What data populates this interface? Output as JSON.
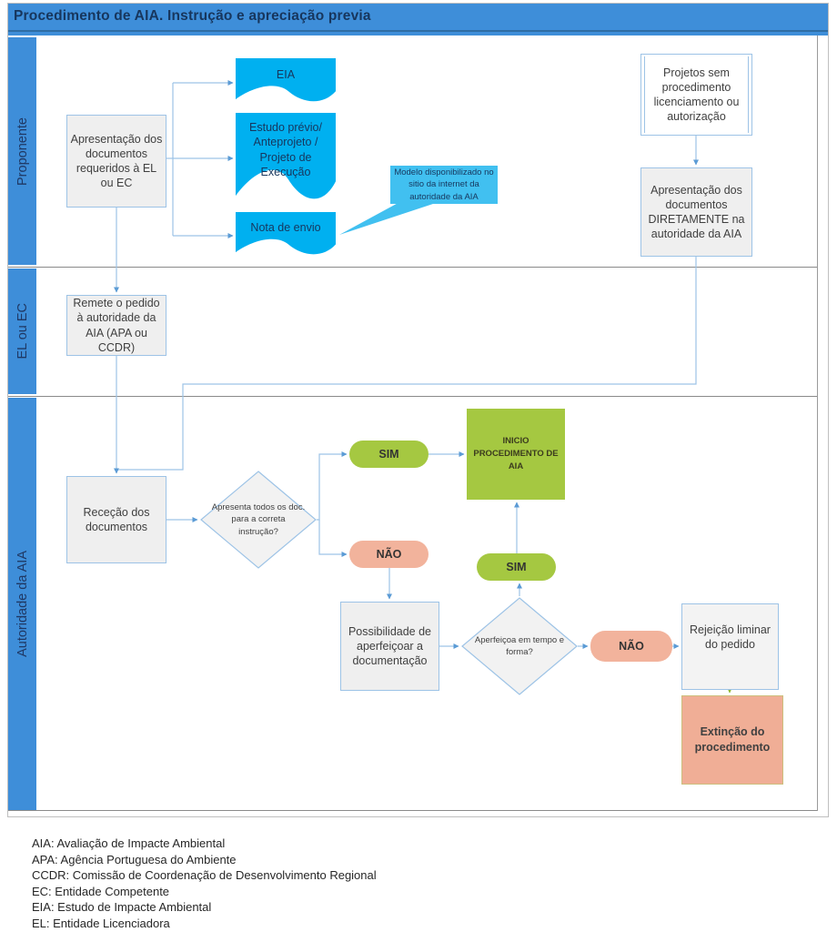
{
  "title": "Procedimento de AIA. Instrução e apreciação previa",
  "lanes": [
    {
      "label": "Proponente"
    },
    {
      "label": "EL ou EC"
    },
    {
      "label": "Autoridade da AIA"
    }
  ],
  "nodes": {
    "apresentacao_el_ec": "Apresentação dos documentos requeridos à EL ou EC",
    "doc_eia": "EIA",
    "doc_estudo": "Estudo prévio/ Anteprojeto / Projeto de Execução",
    "doc_nota": "Nota de envio",
    "callout_modelo": "Modelo disponibilizado no sitio da internet da autoridade da AIA",
    "projetos_sem": "Projetos sem procedimento licenciamento ou autorização",
    "apresentacao_direta": "Apresentação dos documentos DIRETAMENTE na autoridade da AIA",
    "remete_pedido": "Remete o pedido à autoridade da AIA (APA ou CCDR)",
    "rececao_docs": "Receção dos documentos",
    "decisao_instrucao": "Apresenta todos os doc. para a correta instrução?",
    "sim_1": "SIM",
    "nao_1": "NÃO",
    "inicio_procedimento": "INICIO PROCEDIMENTO DE AIA",
    "possibilidade": "Possibilidade de aperfeiçoar a documentação",
    "decisao_aperfeicoa": "Aperfeiçoa em tempo e forma?",
    "sim_2": "SIM",
    "nao_2": "NÃO",
    "rejeicao": "Rejeição liminar do pedido",
    "extincao": "Extinção do procedimento"
  },
  "legend": [
    "AIA: Avaliação de Impacte Ambiental",
    "APA: Agência Portuguesa do Ambiente",
    "CCDR: Comissão de Coordenação de Desenvolvimento Regional",
    "EC: Entidade Competente",
    "EIA: Estudo de Impacte Ambiental",
    "EL: Entidade Licenciadora"
  ],
  "colors": {
    "bar_blue": "#3E8ED9",
    "doc_cyan": "#00B0F0",
    "callout_blue": "#41C0F0",
    "green": "#A5C841",
    "salmon": "#F2B39C",
    "connector": "#9DC3E6",
    "title_text": "#17365D"
  }
}
